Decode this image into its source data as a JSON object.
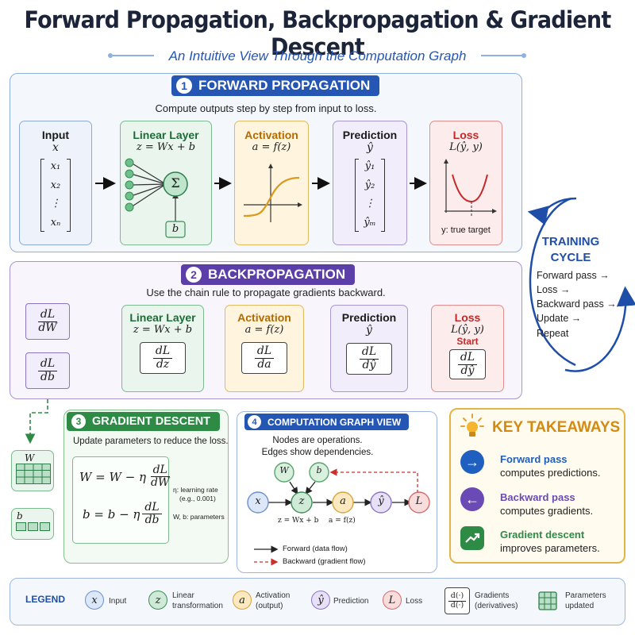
{
  "header": {
    "title": "Forward Propagation, Backpropagation & Gradient Descent",
    "subtitle": "An Intuitive View Through the Computation Graph"
  },
  "forward": {
    "number": "1",
    "title": "FORWARD PROPAGATION",
    "description": "Compute outputs step by step from input to loss.",
    "input": {
      "title": "Input",
      "symbol": "x",
      "items": [
        "x₁",
        "x₂",
        "⋮",
        "xₙ"
      ]
    },
    "linear": {
      "title": "Linear Layer",
      "formula": "z = Wx + b",
      "sum": "Σ",
      "bias": "b"
    },
    "activation": {
      "title": "Activation",
      "formula": "a = f(z)"
    },
    "prediction": {
      "title": "Prediction",
      "symbol": "ŷ",
      "items": [
        "ŷ₁",
        "ŷ₂",
        "⋮",
        "ŷₘ"
      ]
    },
    "loss": {
      "title": "Loss",
      "formula": "L(ŷ, y)",
      "note": "y: true target"
    }
  },
  "training_cycle": {
    "title_line1": "TRAINING",
    "title_line2": "CYCLE",
    "steps": [
      "Forward pass →",
      "Loss →",
      "Backward pass →",
      "Update →",
      "Repeat"
    ]
  },
  "backward": {
    "number": "2",
    "title": "BACKPROPAGATION",
    "description": "Use the chain rule to propagate gradients backward.",
    "dw": {
      "num": "dL",
      "den": "dW"
    },
    "db": {
      "num": "dL",
      "den": "db"
    },
    "linear": {
      "title": "Linear Layer",
      "formula": "z = Wx + b",
      "num": "dL",
      "den": "dz"
    },
    "activation": {
      "title": "Activation",
      "formula": "a = f(z)",
      "num": "dL",
      "den": "da"
    },
    "prediction": {
      "title": "Prediction",
      "symbol": "ŷ",
      "num": "dL",
      "den": "dŷ"
    },
    "loss": {
      "title": "Loss",
      "formula": "L(ŷ, y)",
      "start": "Start",
      "num": "dL",
      "den": "dŷ"
    }
  },
  "params": {
    "w_label": "W",
    "b_label": "b"
  },
  "gradient_descent": {
    "number": "3",
    "title": "GRADIENT DESCENT",
    "description": "Update parameters to reduce the loss.",
    "w_lhs": "W = W − η",
    "b_lhs": "b = b − η",
    "w_num": "dL",
    "w_den": "dW",
    "b_num": "dL",
    "b_den": "db",
    "eta_line1": "η: learning rate",
    "eta_line2": "(e.g., 0.001)",
    "wb_note": "W, b: parameters"
  },
  "computation_graph": {
    "number": "4",
    "title": "COMPUTATION GRAPH VIEW",
    "desc_line1": "Nodes are operations.",
    "desc_line2": "Edges show dependencies.",
    "nodes": {
      "w": "W",
      "b": "b",
      "x": "x",
      "z": "z",
      "a": "a",
      "yhat": "ŷ",
      "l": "L"
    },
    "z_caption": "z = Wx + b",
    "a_caption": "a = f(z)",
    "forward_legend": "Forward (data flow)",
    "backward_legend": "Backward (gradient flow)"
  },
  "takeaways": {
    "title": "KEY TAKEAWAYS",
    "items": [
      {
        "head": "Forward pass",
        "body": "computes predictions.",
        "color": "#1f5fbf"
      },
      {
        "head": "Backward pass",
        "body": "computes gradients.",
        "color": "#6a4bb6"
      },
      {
        "head": "Gradient descent",
        "body": "improves parameters.",
        "color": "#2e8b46"
      }
    ]
  },
  "legend": {
    "title": "LEGEND",
    "items": [
      {
        "symbol": "x",
        "label1": "Input",
        "label2": ""
      },
      {
        "symbol": "z",
        "label1": "Linear",
        "label2": "transformation"
      },
      {
        "symbol": "a",
        "label1": "Activation",
        "label2": "(output)"
      },
      {
        "symbol": "ŷ",
        "label1": "Prediction",
        "label2": ""
      },
      {
        "symbol": "L",
        "label1": "Loss",
        "label2": ""
      },
      {
        "symbol_num": "d(·)",
        "symbol_den": "d(·)",
        "label1": "Gradients",
        "label2": "(derivatives)"
      },
      {
        "label1": "Parameters",
        "label2": "updated"
      }
    ]
  },
  "colors": {
    "blue": "#2456b4",
    "purple": "#5b3ea8",
    "green": "#2e8b46",
    "red": "#c9302c",
    "orange": "#e0a23a"
  }
}
